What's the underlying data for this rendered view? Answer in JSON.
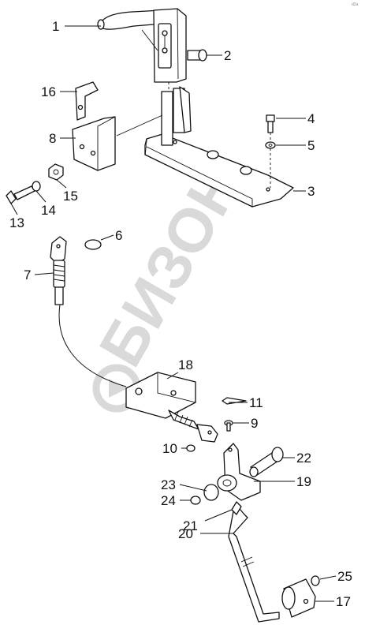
{
  "watermark": {
    "text": "БИЗОН",
    "color": "#d9d9d9"
  },
  "corner_text": "d2a",
  "callouts": [
    {
      "id": "c1",
      "number": "1"
    },
    {
      "id": "c2",
      "number": "2"
    },
    {
      "id": "c3",
      "number": "3"
    },
    {
      "id": "c4",
      "number": "4"
    },
    {
      "id": "c5",
      "number": "5"
    },
    {
      "id": "c6",
      "number": "6"
    },
    {
      "id": "c7",
      "number": "7"
    },
    {
      "id": "c8",
      "number": "8"
    },
    {
      "id": "c9",
      "number": "9"
    },
    {
      "id": "c10",
      "number": "10"
    },
    {
      "id": "c11",
      "number": "11"
    },
    {
      "id": "c13",
      "number": "13"
    },
    {
      "id": "c14",
      "number": "14"
    },
    {
      "id": "c15",
      "number": "15"
    },
    {
      "id": "c16",
      "number": "16"
    },
    {
      "id": "c17",
      "number": "17"
    },
    {
      "id": "c18",
      "number": "18"
    },
    {
      "id": "c19",
      "number": "19"
    },
    {
      "id": "c20",
      "number": "20"
    },
    {
      "id": "c21",
      "number": "21"
    },
    {
      "id": "c22",
      "number": "22"
    },
    {
      "id": "c23",
      "number": "23"
    },
    {
      "id": "c24",
      "number": "24"
    },
    {
      "id": "c25",
      "number": "25"
    }
  ]
}
